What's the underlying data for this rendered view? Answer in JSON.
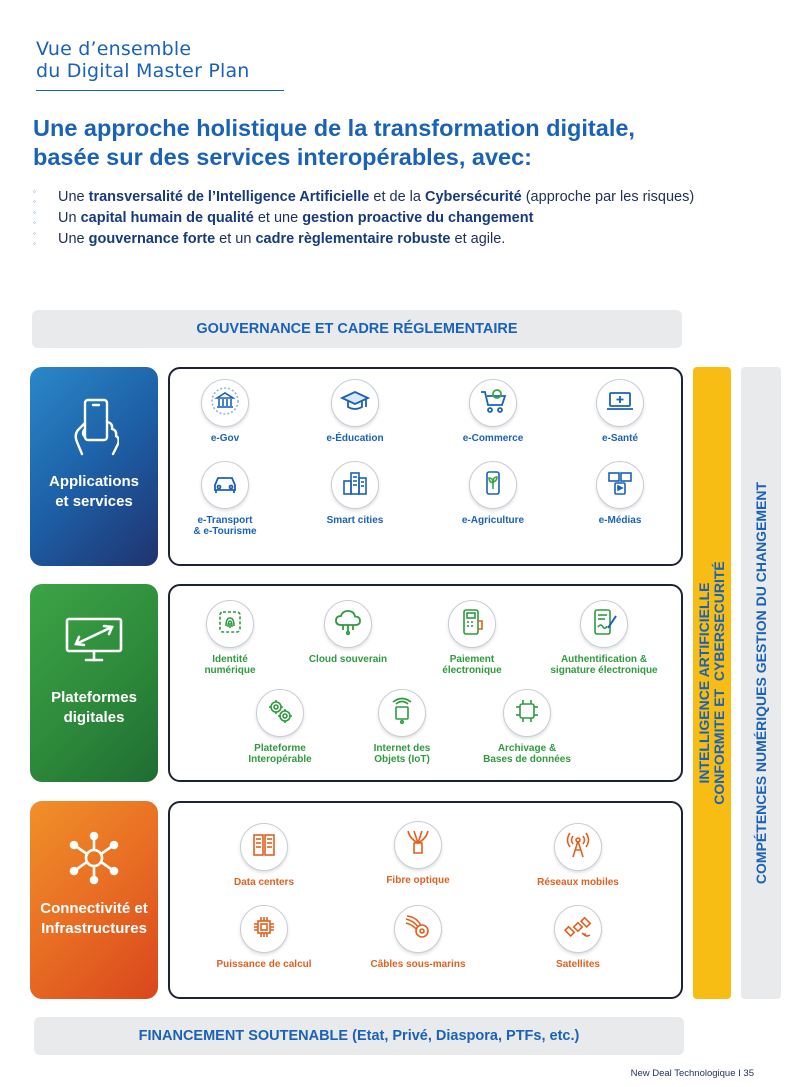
{
  "header": {
    "title_line1": "Vue d’ensemble",
    "title_line2": "du Digital Master Plan"
  },
  "headline": {
    "line1": "Une approche holistique de la transformation digitale,",
    "line2": "basée sur des services interopérables, avec:"
  },
  "bullets": [
    {
      "t1": "Une ",
      "b1": "transversalité de l’Intelligence Artificielle",
      "t2": " et de la ",
      "b2": "Cybersécurité",
      "t3": " (approche par les risques)"
    },
    {
      "t1": "Un ",
      "b1": "capital humain de qualité",
      "t2": " et une ",
      "b2": "gestion proactive du changement",
      "t3": ""
    },
    {
      "t1": "Une ",
      "b1": "gouvernance forte",
      "t2": " et un ",
      "b2": "cadre règlementaire robuste",
      "t3": " et agile."
    }
  ],
  "bands": {
    "top": "GOUVERNANCE ET CADRE RÉGLEMENTAIRE",
    "bottom": "FINANCEMENT SOUTENABLE (Etat, Privé, Diaspora, PTFs, etc.)"
  },
  "categories": {
    "apps": {
      "line1": "Applications",
      "line2": "et services",
      "icon": "smartphone-hand-icon"
    },
    "platforms": {
      "line1": "Plateformes",
      "line2": "digitales",
      "icon": "monitor-icon"
    },
    "connectivity": {
      "line1": "Connectivité et",
      "line2": "Infrastructures",
      "icon": "network-hub-icon"
    }
  },
  "apps_items": [
    {
      "l1": "e-Gov",
      "l2": "",
      "icon": "government-building-icon"
    },
    {
      "l1": "e-Éducation",
      "l2": "",
      "icon": "graduation-cap-icon"
    },
    {
      "l1": "e-Commerce",
      "l2": "",
      "icon": "shopping-cart-icon"
    },
    {
      "l1": "e-Santé",
      "l2": "",
      "icon": "medical-laptop-icon"
    },
    {
      "l1": "e-Transport",
      "l2": "& e-Tourisme",
      "icon": "car-icon"
    },
    {
      "l1": "Smart cities",
      "l2": "",
      "icon": "city-buildings-icon"
    },
    {
      "l1": "e-Agriculture",
      "l2": "",
      "icon": "smart-farming-icon"
    },
    {
      "l1": "e-Médias",
      "l2": "",
      "icon": "media-icon"
    }
  ],
  "platform_items": [
    {
      "l1": "Identité",
      "l2": "numérique",
      "icon": "fingerprint-icon"
    },
    {
      "l1": "Cloud souverain",
      "l2": "",
      "icon": "cloud-icon"
    },
    {
      "l1": "Paiement",
      "l2": "électronique",
      "icon": "payment-terminal-icon"
    },
    {
      "l1": "Authentification &",
      "l2": "signature électronique",
      "icon": "signature-tablet-icon"
    },
    {
      "l1": "Plateforme",
      "l2": "Interopérable",
      "icon": "gears-icon"
    },
    {
      "l1": "Internet des",
      "l2": "Objets (IoT)",
      "icon": "iot-icon"
    },
    {
      "l1": "Archivage &",
      "l2": "Bases de données",
      "icon": "ai-database-icon"
    }
  ],
  "infra_items": [
    {
      "l1": "Data centers",
      "l2": "",
      "icon": "server-rack-icon"
    },
    {
      "l1": "Fibre optique",
      "l2": "",
      "icon": "fiber-optic-icon"
    },
    {
      "l1": "Réseaux mobiles",
      "l2": "",
      "icon": "antenna-icon"
    },
    {
      "l1": "Puissance de calcul",
      "l2": "",
      "icon": "processor-icon"
    },
    {
      "l1": "Câbles sous-marins",
      "l2": "",
      "icon": "submarine-cable-icon"
    },
    {
      "l1": "Satellites",
      "l2": "",
      "icon": "satellite-icon"
    }
  ],
  "side_bars": {
    "ai_line1": "INTELLIGENCE ARTIFICIELLE",
    "ai_line2": "CONFORMITE ET  CYBERSECURITÉ",
    "competences": "COMPÉTENCES NUMÉRIQUES GESTION DU CHANGEMENT"
  },
  "colors": {
    "brand_blue": "#1a62b7",
    "apps_blue": "#1d5fa6",
    "platform_green": "#2f9a3f",
    "infra_orange": "#e2601f",
    "ai_yellow": "#f7bd14",
    "band_grey": "#e9eaec"
  },
  "footer": "New Deal Technologique I 35"
}
